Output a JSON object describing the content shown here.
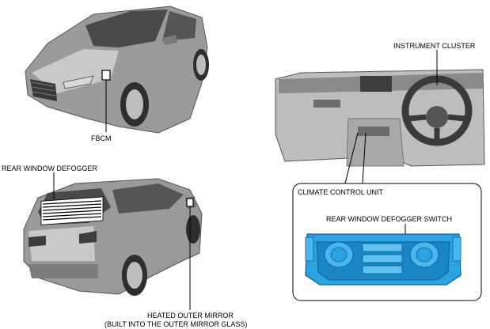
{
  "labels": {
    "fbcm": "FBCM",
    "instrument_cluster": "INSTRUMENT CLUSTER",
    "rear_window_defogger": "REAR WINDOW DEFOGGER",
    "climate_control_unit": "CLIMATE CONTROL UNIT",
    "rear_window_defogger_switch": "REAR WINDOW DEFOGGER SWITCH",
    "heated_outer_mirror_line1": "HEATED OUTER MIRROR",
    "heated_outer_mirror_line2": "(BUILT INTO THE OUTER MIRROR GLASS)"
  },
  "colors": {
    "body_dark": "#6e6e6e",
    "body_mid": "#9a9a9a",
    "body_light": "#c9c9c9",
    "glass": "#4a4a4a",
    "unit_blue": "#2aa3e0",
    "unit_blue_dark": "#0d5f96"
  }
}
